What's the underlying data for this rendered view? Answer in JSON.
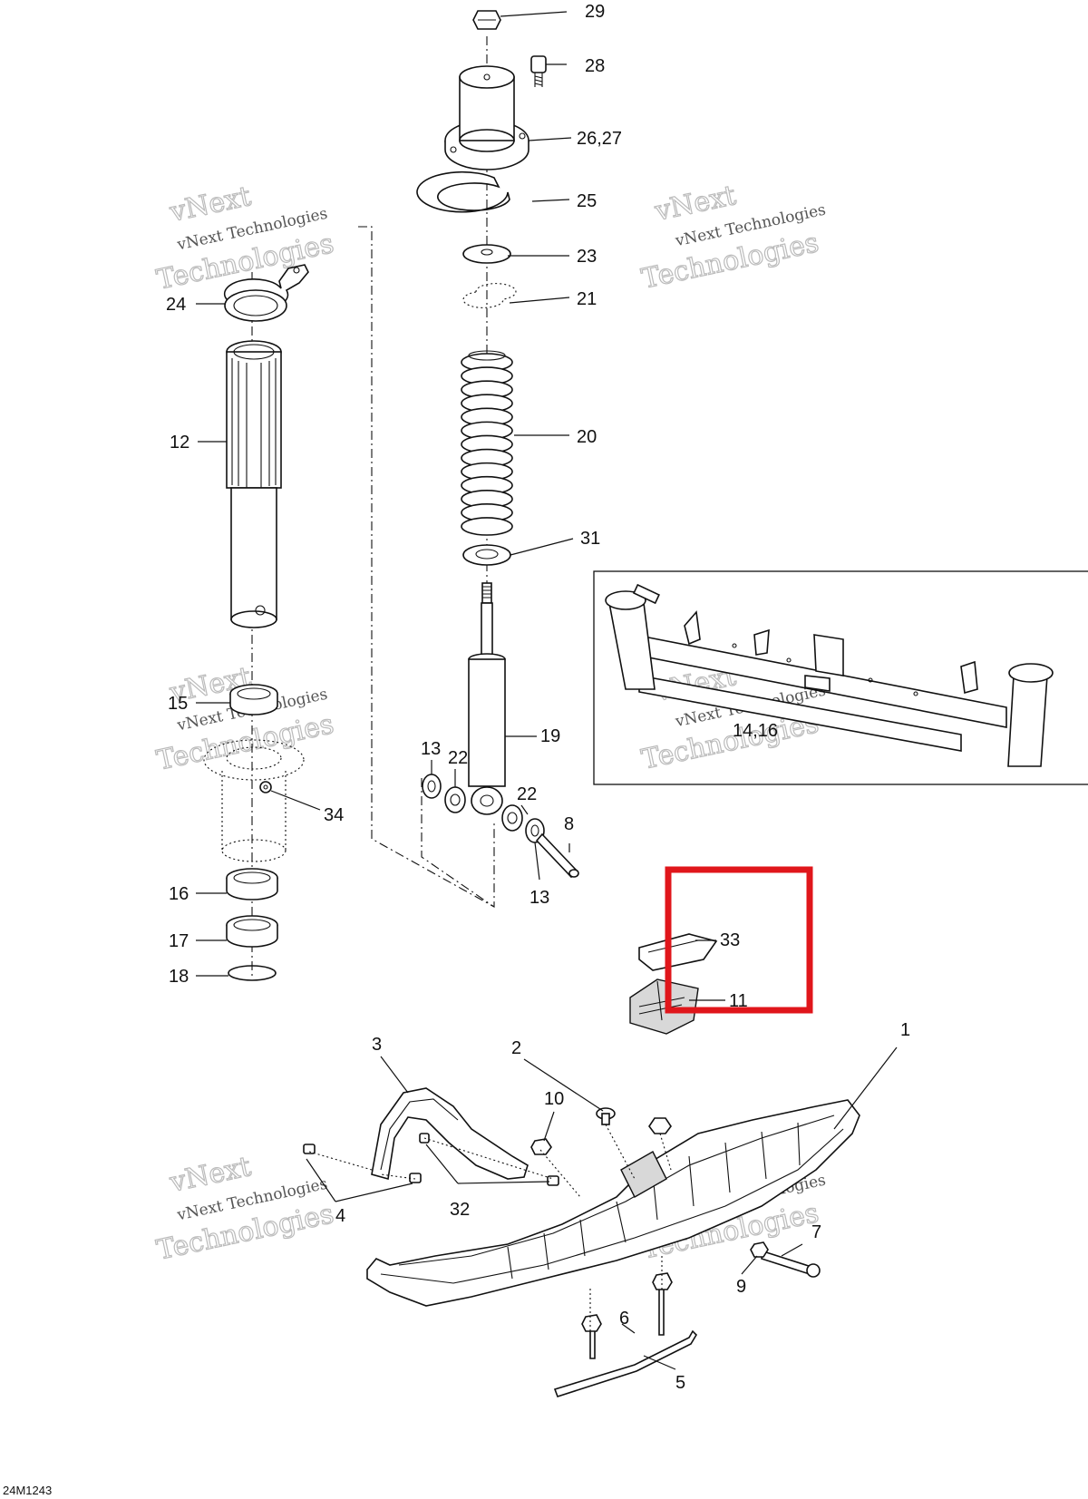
{
  "diagram": {
    "figure_code": "24M1243",
    "callouts": [
      "29",
      "28",
      "26,27",
      "25",
      "23",
      "21",
      "20",
      "31",
      "19",
      "24",
      "12",
      "15",
      "34",
      "16",
      "17",
      "18",
      "13",
      "22",
      "22",
      "8",
      "13",
      "14,16",
      "33",
      "11",
      "1",
      "2",
      "3",
      "10",
      "4",
      "32",
      "7",
      "9",
      "6",
      "5"
    ],
    "watermark": {
      "line1": "vNext",
      "line2": "vNext Technologies",
      "line3": "Technologies"
    },
    "highlight_color": "#e0161b"
  }
}
